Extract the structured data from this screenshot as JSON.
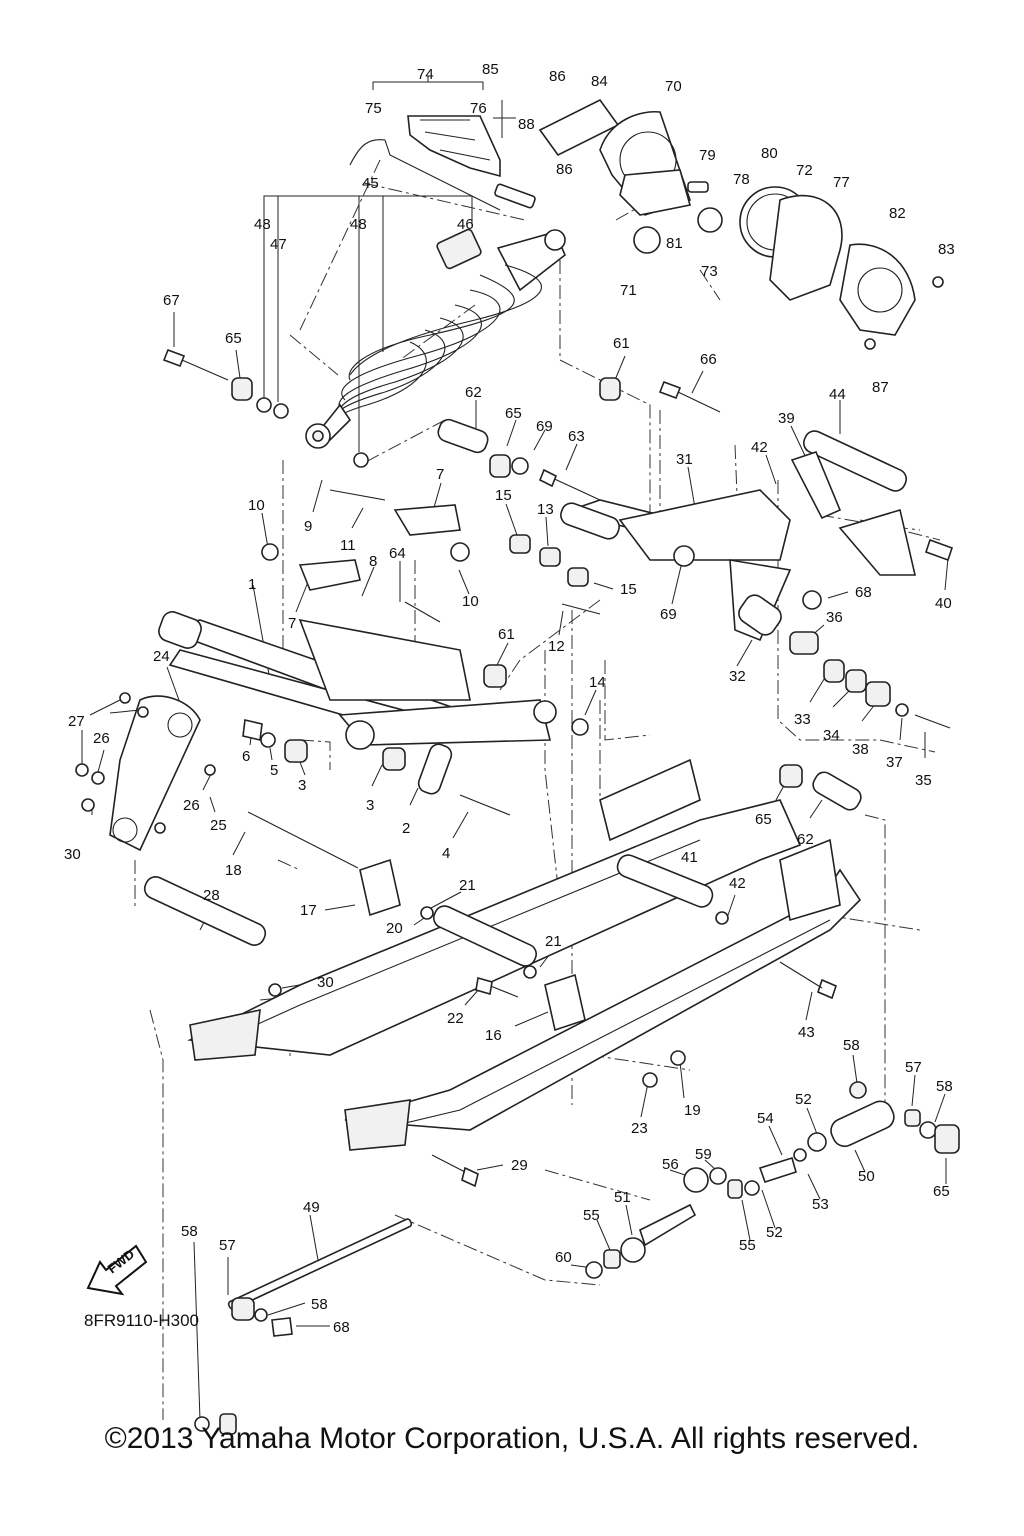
{
  "diagram": {
    "code": "8FR9110-H300",
    "fwd_label": "FWD",
    "copyright": "©2013 Yamaha Motor Corporation, U.S.A. All rights reserved.",
    "callouts": [
      "74",
      "85",
      "86",
      "84",
      "70",
      "75",
      "76",
      "88",
      "79",
      "80",
      "72",
      "77",
      "78",
      "86",
      "45",
      "48",
      "48",
      "47",
      "46",
      "81",
      "73",
      "71",
      "82",
      "83",
      "87",
      "67",
      "65",
      "61",
      "66",
      "62",
      "65",
      "69",
      "63",
      "44",
      "39",
      "42",
      "31",
      "10",
      "9",
      "7",
      "11",
      "15",
      "13",
      "40",
      "8",
      "64",
      "10",
      "15",
      "69",
      "68",
      "1",
      "7",
      "36",
      "24",
      "61",
      "12",
      "14",
      "32",
      "27",
      "26",
      "6",
      "5",
      "3",
      "33",
      "34",
      "38",
      "37",
      "35",
      "26",
      "25",
      "3",
      "2",
      "4",
      "65",
      "62",
      "30",
      "18",
      "21",
      "41",
      "42",
      "17",
      "20",
      "28",
      "21",
      "30",
      "22",
      "16",
      "43",
      "19",
      "23",
      "58",
      "57",
      "58",
      "52",
      "54",
      "50",
      "65",
      "56",
      "59",
      "53",
      "52",
      "55",
      "51",
      "55",
      "60",
      "29",
      "49",
      "58",
      "57",
      "58",
      "68"
    ]
  }
}
